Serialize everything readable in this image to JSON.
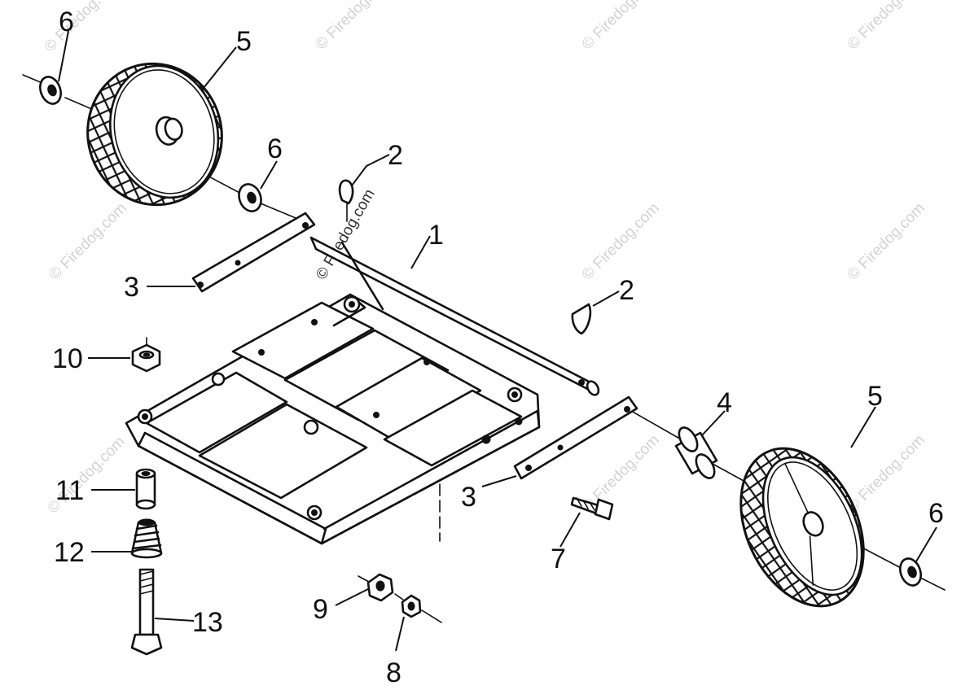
{
  "watermark": "© Firedog.com",
  "callouts": {
    "frame": "1",
    "cotter_pin_upper": "2",
    "cotter_pin_right": "2",
    "axle_bracket_left": "3",
    "axle_bracket_right": "3",
    "spacer": "4",
    "wheel_upper_left": "5",
    "wheel_lower_right": "5",
    "washer_top": "6",
    "washer_middle": "6",
    "washer_right": "6",
    "bolt": "7",
    "lock_nut_partial": "8",
    "nut": "9",
    "hex_nut": "10",
    "sleeve": "11",
    "spring": "12",
    "shoulder_bolt": "13"
  },
  "colors": {
    "ink": "#111111",
    "watermark": "#d3d3d3",
    "background": "#ffffff"
  }
}
